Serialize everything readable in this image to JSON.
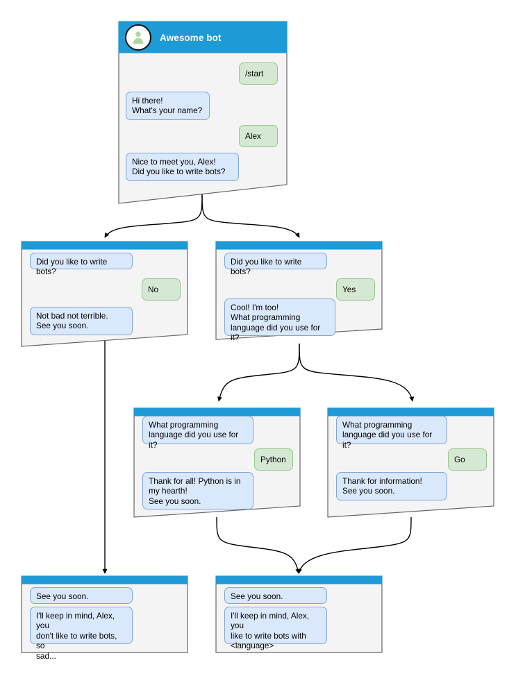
{
  "diagram": {
    "title": "Awesome bot chat flow",
    "colors": {
      "node_header": "#1e9ad6",
      "node_body": "#f4f4f4",
      "node_border": "#666666",
      "bot_bubble_fill": "#dae8fc",
      "bot_bubble_stroke": "#7ea6d9",
      "user_bubble_fill": "#d5e8d4",
      "user_bubble_stroke": "#96c78a",
      "edge": "#000000",
      "avatar_person": "#aed5a0",
      "canvas": "#ffffff"
    }
  },
  "nodes": [
    {
      "id": "start",
      "header": {
        "title": "Awesome bot",
        "avatar_icon": "person-avatar-icon"
      },
      "messages": [
        {
          "role": "user",
          "text": "/start"
        },
        {
          "role": "bot",
          "text": "Hi there!\nWhat's your name?"
        },
        {
          "role": "user",
          "text": "Alex"
        },
        {
          "role": "bot",
          "text": "Nice to meet you, Alex!\nDid you like to write bots?"
        }
      ]
    },
    {
      "id": "answer-no",
      "header": {
        "title": "",
        "avatar_icon": ""
      },
      "messages": [
        {
          "role": "bot",
          "text": "Did you like to write bots?"
        },
        {
          "role": "user",
          "text": "No"
        },
        {
          "role": "bot",
          "text": "Not bad not terrible.\nSee you soon."
        }
      ]
    },
    {
      "id": "answer-yes",
      "header": {
        "title": "",
        "avatar_icon": ""
      },
      "messages": [
        {
          "role": "bot",
          "text": "Did you like to write bots?"
        },
        {
          "role": "user",
          "text": "Yes"
        },
        {
          "role": "bot",
          "text": "Cool! I'm too!\nWhat programming\nlanguage did you use for it?"
        }
      ]
    },
    {
      "id": "language-python",
      "header": {
        "title": "",
        "avatar_icon": ""
      },
      "messages": [
        {
          "role": "bot",
          "text": "What programming\nlanguage did you use for it?"
        },
        {
          "role": "user",
          "text": "Python"
        },
        {
          "role": "bot",
          "text": "Thank for all! Python is in\nmy hearth!\nSee you soon."
        }
      ]
    },
    {
      "id": "language-go",
      "header": {
        "title": "",
        "avatar_icon": ""
      },
      "messages": [
        {
          "role": "bot",
          "text": "What programming\nlanguage did you use for it?"
        },
        {
          "role": "user",
          "text": "Go"
        },
        {
          "role": "bot",
          "text": "Thank for information!\nSee you soon."
        }
      ]
    },
    {
      "id": "end-no",
      "header": {
        "title": "",
        "avatar_icon": ""
      },
      "messages": [
        {
          "role": "bot",
          "text": "See you soon."
        },
        {
          "role": "bot",
          "text": "I'll keep in mind, Alex, you\ndon't like to write bots, so\nsad..."
        }
      ]
    },
    {
      "id": "end-yes",
      "header": {
        "title": "",
        "avatar_icon": ""
      },
      "messages": [
        {
          "role": "bot",
          "text": "See you soon."
        },
        {
          "role": "bot",
          "text": "I'll keep in mind, Alex, you\nlike to write bots with\n<language>"
        }
      ]
    }
  ]
}
